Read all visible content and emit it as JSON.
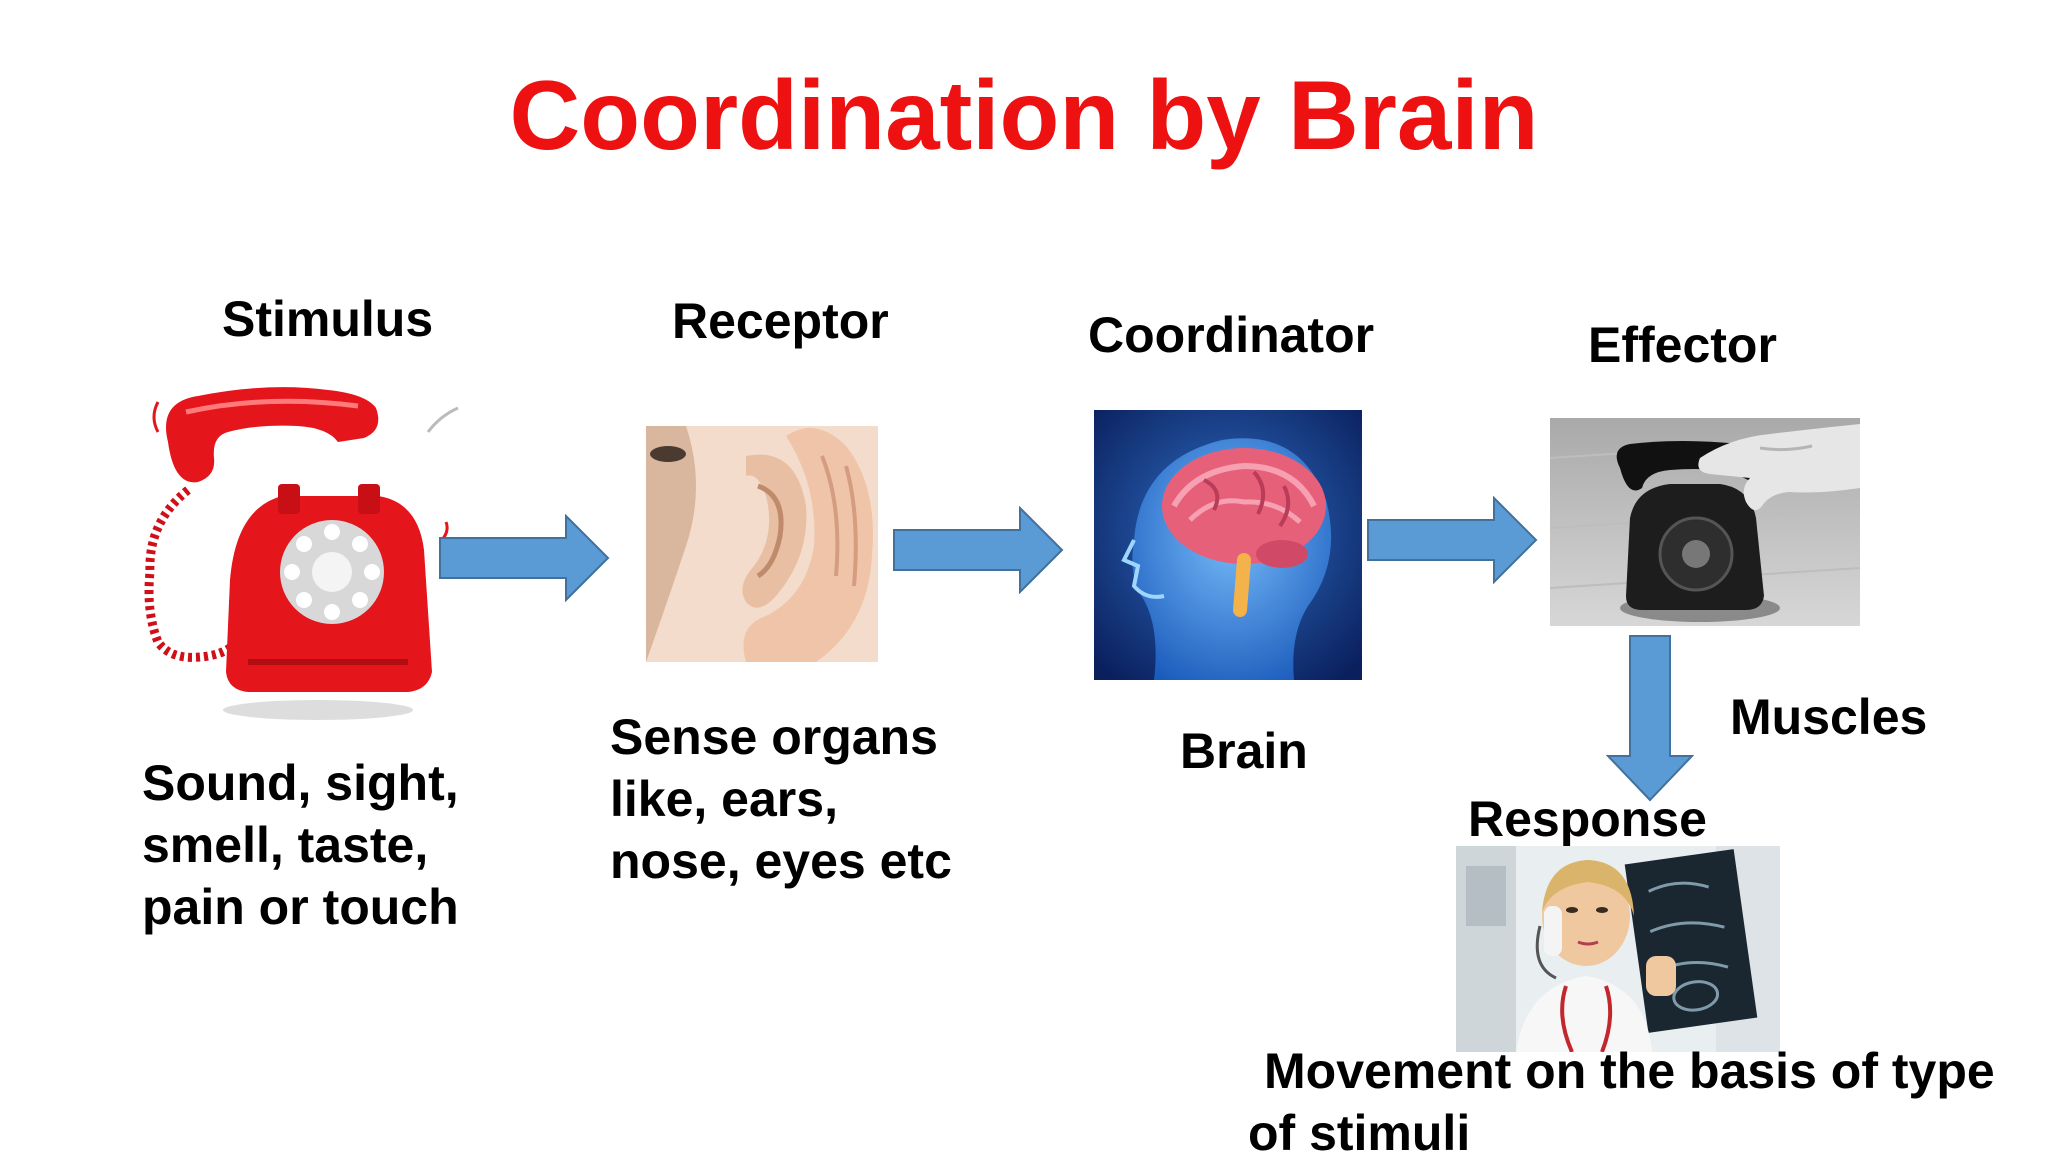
{
  "title": "Coordination by Brain",
  "colors": {
    "title": "#ee1111",
    "arrow": "#5b9bd5",
    "arrow_stroke": "#41719c"
  },
  "steps": [
    {
      "label": "Stimulus",
      "image_icon": "red-telephone-icon",
      "caption_lines": [
        "Sound, sight,",
        "smell, taste,",
        "pain or touch"
      ]
    },
    {
      "label": "Receptor",
      "image_icon": "ear-listening-icon",
      "caption_lines": [
        "Sense organs",
        "like, ears,",
        "nose, eyes etc"
      ]
    },
    {
      "label": "Coordinator",
      "image_icon": "brain-icon",
      "caption_lines": [
        "Brain"
      ]
    },
    {
      "label": "Effector",
      "image_icon": "hand-on-phone-icon",
      "caption_lines": [
        "Muscles"
      ]
    }
  ],
  "response": {
    "label": "Response",
    "image_icon": "doctor-on-phone-icon",
    "caption_lines": [
      "Movement on the basis of type",
      "of stimuli"
    ]
  }
}
